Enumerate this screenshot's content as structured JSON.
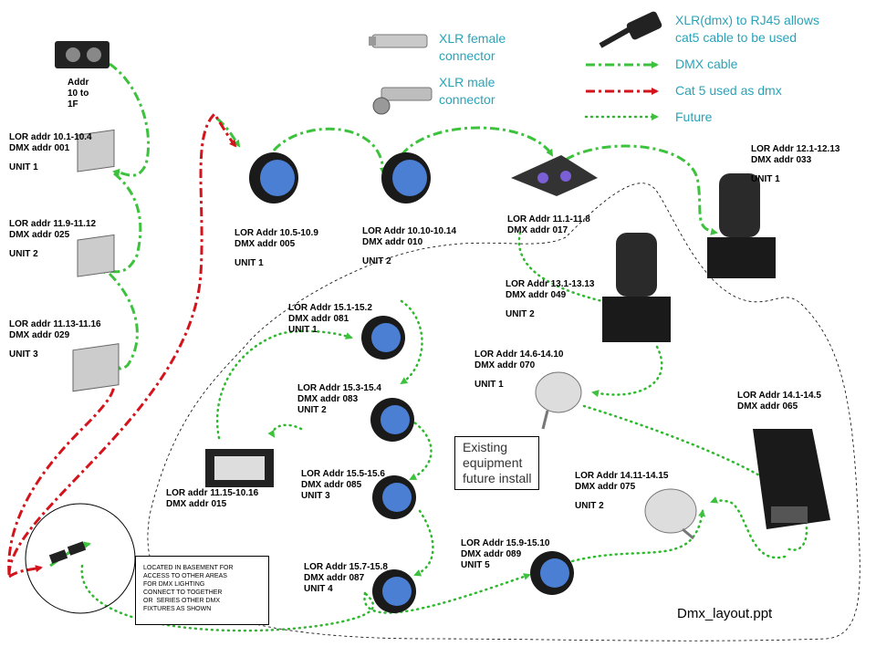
{
  "legend": {
    "xlr_female": "XLR female\nconnector",
    "xlr_male": "XLR male\nconnector",
    "rj45": "XLR(dmx) to RJ45 allows\ncat5 cable to be used",
    "dmx_cable": "DMX cable",
    "cat5": "Cat 5 used as dmx",
    "future": "Future"
  },
  "colors": {
    "dmx_cable": "#3cc23c",
    "cat5": "#d4141c",
    "future": "#2eb82e",
    "legend_text": "#2aa3b8"
  },
  "decoder": {
    "label": "Addr\n10 to\n1F"
  },
  "units": [
    {
      "line1": "LOR addr 10.1-10.4",
      "line2": "DMX addr 001",
      "unit": "UNIT 1"
    },
    {
      "line1": "LOR addr 11.9-11.12",
      "line2": "DMX addr 025",
      "unit": "UNIT 2"
    },
    {
      "line1": "LOR addr 11.13-11.16",
      "line2": "DMX addr 029",
      "unit": "UNIT 3"
    }
  ],
  "fixtures": {
    "par1": {
      "line1": "LOR Addr 10.5-10.9",
      "line2": "DMX addr 005",
      "unit": "UNIT 1"
    },
    "par2": {
      "line1": "LOR Addr 10.10-10.14",
      "line2": "DMX addr 010",
      "unit": "UNIT 2"
    },
    "derby": {
      "line1": "LOR Addr 11.1-11.8",
      "line2": "DMX addr 017",
      "unit": ""
    },
    "mover1": {
      "line1": "LOR Addr 12.1-12.13",
      "line2": "DMX addr 033",
      "unit": "UNIT 1"
    },
    "mover2": {
      "line1": "LOR Addr 13.1-13.13",
      "line2": "DMX addr 049",
      "unit": "UNIT 2"
    },
    "par15a": {
      "line1": "LOR Addr 15.1-15.2",
      "line2": "DMX addr 081",
      "unit": "UNIT 1"
    },
    "par15b": {
      "line1": "LOR Addr 15.3-15.4",
      "line2": "DMX addr 083",
      "unit": "UNIT 2"
    },
    "par15c": {
      "line1": "LOR Addr 15.5-15.6",
      "line2": "DMX addr 085",
      "unit": "UNIT 3"
    },
    "par15d": {
      "line1": "LOR Addr 15.7-15.8",
      "line2": "DMX addr 087",
      "unit": "UNIT 4"
    },
    "par15e": {
      "line1": "LOR Addr 15.9-15.10",
      "line2": "DMX addr 089",
      "unit": "UNIT 5"
    },
    "strobe": {
      "line1": "LOR addr 11.15-10.16",
      "line2": "DMX addr 015",
      "unit": ""
    },
    "spot1": {
      "line1": "LOR Addr 14.6-14.10",
      "line2": "DMX addr 070",
      "unit": "UNIT 1"
    },
    "spot2": {
      "line1": "LOR Addr 14.11-14.15",
      "line2": "DMX addr 075",
      "unit": "UNIT 2"
    },
    "scanner": {
      "line1": "LOR Addr 14.1-14.5",
      "line2": "DMX addr 065",
      "unit": ""
    }
  },
  "existing_box": "Existing\nequipment\nfuture install",
  "basement_note": "LOCATED IN BASEMENT FOR\nACCESS TO OTHER AREAS\nFOR DMX LIGHTING\nCONNECT TO TOGETHER\nOR  SERIES OTHER DMX\nFIXTURES AS SHOWN",
  "filename": "Dmx_layout.ppt"
}
